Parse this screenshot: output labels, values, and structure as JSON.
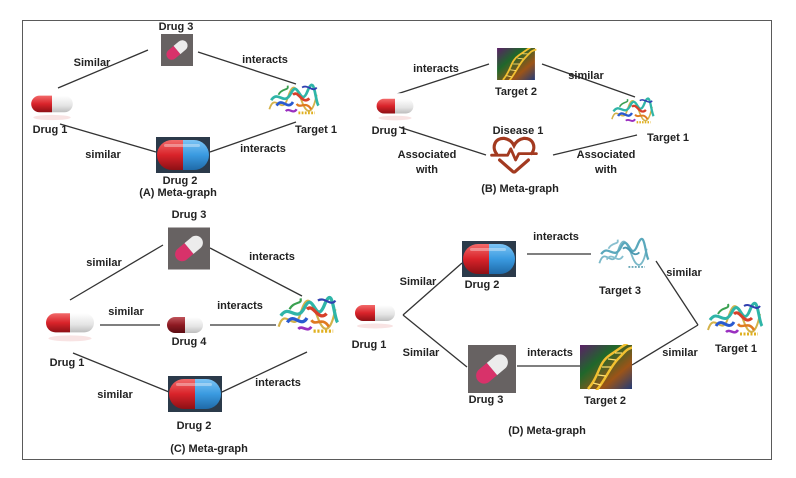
{
  "panels": [
    {
      "id": "A",
      "caption": "(A) Meta-graph",
      "nodes": [
        {
          "id": "drug1",
          "label": "Drug 1",
          "icon": "red-white-capsule"
        },
        {
          "id": "drug3",
          "label": "Drug 3",
          "icon": "pink-white-capsule-photo"
        },
        {
          "id": "drug2",
          "label": "Drug 2",
          "icon": "red-blue-capsule"
        },
        {
          "id": "target1",
          "label": "Target 1",
          "icon": "protein-structure"
        }
      ],
      "edges": [
        {
          "from": "drug1",
          "to": "drug3",
          "label": "Similar"
        },
        {
          "from": "drug3",
          "to": "target1",
          "label": "interacts"
        },
        {
          "from": "drug1",
          "to": "drug2",
          "label": "similar"
        },
        {
          "from": "drug2",
          "to": "target1",
          "label": "interacts"
        }
      ]
    },
    {
      "id": "B",
      "caption": "(B) Meta-graph",
      "nodes": [
        {
          "id": "drug1",
          "label": "Drug 1",
          "icon": "red-white-capsule"
        },
        {
          "id": "target2",
          "label": "Target 2",
          "icon": "dna-helix"
        },
        {
          "id": "target1",
          "label": "Target 1",
          "icon": "protein-structure"
        },
        {
          "id": "disease1",
          "label": "Disease 1",
          "icon": "heartbeat"
        }
      ],
      "edges": [
        {
          "from": "drug1",
          "to": "target2",
          "label": "interacts"
        },
        {
          "from": "target2",
          "to": "target1",
          "label": "similar"
        },
        {
          "from": "drug1",
          "to": "disease1",
          "label": "Associated with"
        },
        {
          "from": "disease1",
          "to": "target1",
          "label": "Associated with"
        }
      ]
    },
    {
      "id": "C",
      "caption": "(C) Meta-graph",
      "nodes": [
        {
          "id": "drug1",
          "label": "Drug 1",
          "icon": "red-white-capsule"
        },
        {
          "id": "drug3",
          "label": "Drug 3",
          "icon": "pink-white-capsule-photo"
        },
        {
          "id": "drug4",
          "label": "Drug 4",
          "icon": "darkred-white-capsule"
        },
        {
          "id": "drug2",
          "label": "Drug 2",
          "icon": "red-blue-capsule"
        },
        {
          "id": "target",
          "label": "",
          "icon": "protein-structure"
        }
      ],
      "edges": [
        {
          "from": "drug1",
          "to": "drug3",
          "label": "similar"
        },
        {
          "from": "drug3",
          "to": "target",
          "label": "interacts"
        },
        {
          "from": "drug1",
          "to": "drug4",
          "label": "similar"
        },
        {
          "from": "drug4",
          "to": "target",
          "label": "interacts"
        },
        {
          "from": "drug1",
          "to": "drug2",
          "label": "similar"
        },
        {
          "from": "drug2",
          "to": "target",
          "label": "interacts"
        }
      ]
    },
    {
      "id": "D",
      "caption": "(D) Meta-graph",
      "nodes": [
        {
          "id": "drug1",
          "label": "Drug 1",
          "icon": "red-white-capsule"
        },
        {
          "id": "drug2",
          "label": "Drug 2",
          "icon": "red-blue-capsule"
        },
        {
          "id": "target3",
          "label": "Target  3",
          "icon": "protein-structure-light"
        },
        {
          "id": "target1",
          "label": "Target 1",
          "icon": "protein-structure"
        },
        {
          "id": "drug3",
          "label": "Drug 3",
          "icon": "pink-white-capsule-photo"
        },
        {
          "id": "target2",
          "label": "Target 2",
          "icon": "dna-helix"
        }
      ],
      "edges": [
        {
          "from": "drug1",
          "to": "drug2",
          "label": "Similar"
        },
        {
          "from": "drug2",
          "to": "target3",
          "label": "interacts"
        },
        {
          "from": "target3",
          "to": "target1",
          "label": "similar"
        },
        {
          "from": "drug1",
          "to": "drug3",
          "label": "Similar"
        },
        {
          "from": "drug3",
          "to": "target2",
          "label": "interacts"
        },
        {
          "from": "target2",
          "to": "target1",
          "label": "similar"
        }
      ]
    }
  ],
  "colors": {
    "line": "#333333",
    "frame": "#5a5a5a",
    "capsule_red": "#d9232a",
    "capsule_blue": "#3a9ae0",
    "capsule_pink": "#d8326a",
    "heart": "#a33a20"
  }
}
